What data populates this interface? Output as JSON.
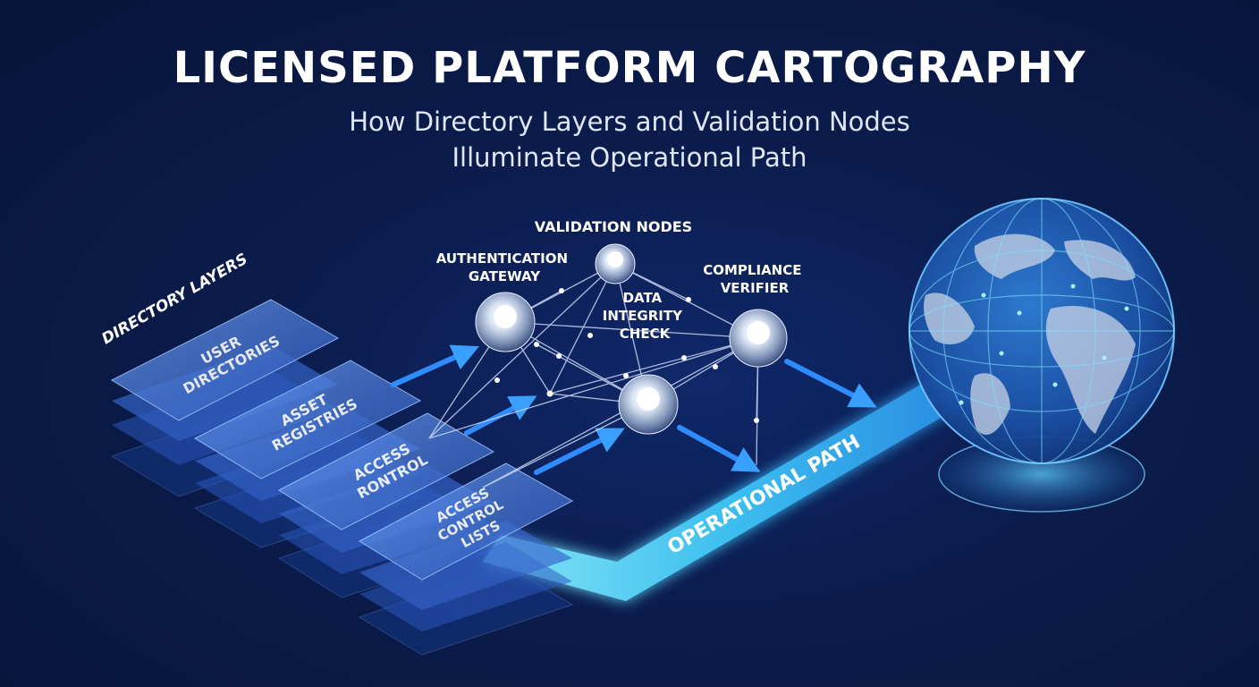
{
  "title": "LICENSED PLATFORM CARTOGRAPHY",
  "subtitle": {
    "line1": "How Directory Layers and Validation Nodes",
    "line2": "Illuminate Operational Path"
  },
  "directory_layers": {
    "heading": "DIRECTORY LAYERS",
    "layers": [
      {
        "lines": [
          "USER",
          "DIRECTORIES"
        ]
      },
      {
        "lines": [
          "ASSET",
          "REGISTRIES"
        ]
      },
      {
        "lines": [
          "ACCESS",
          "RONTROL"
        ]
      },
      {
        "lines": [
          "ACCESS",
          "CONTROL",
          "LISTS"
        ]
      }
    ]
  },
  "validation_nodes": {
    "heading": "VALIDATION NODES",
    "nodes": [
      {
        "lines": [
          "AUTHENTICATION",
          "GATEWAY"
        ]
      },
      {
        "lines": [
          "DATA",
          "INTEGRITY",
          "CHECK"
        ]
      },
      {
        "lines": [
          "COMPLIANCE",
          "VERIFIER"
        ]
      }
    ]
  },
  "operational_path": {
    "label": "OPERATIONAL PATH"
  },
  "colors": {
    "background": "#0a1a45",
    "layer_fill": "#3f74d6",
    "path_glow": "#5fd8ff",
    "arrow": "#2f8cff",
    "globe": "#3fa6e6"
  }
}
